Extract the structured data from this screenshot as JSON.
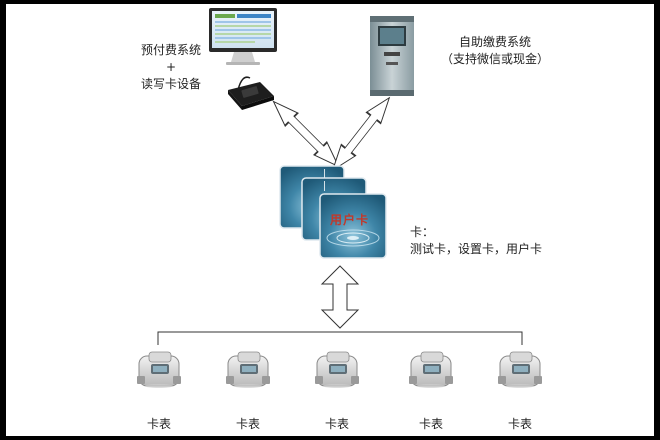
{
  "prepaid": {
    "line1": "预付费系统",
    "plus": "+",
    "line2": "读写卡设备",
    "icon": "computer-with-card-reader-icon"
  },
  "selfservice": {
    "line1": "自助缴费系统",
    "line2": "（支持微信或现金）",
    "icon": "payment-kiosk-icon"
  },
  "cards": {
    "face_label": "用户卡",
    "title": "卡：",
    "list": "测试卡，设置卡，用户卡",
    "icon": "water-card-icon"
  },
  "meters": {
    "labels": [
      "卡表",
      "卡表",
      "卡表",
      "卡表",
      "卡表"
    ],
    "icon": "card-water-meter-icon"
  },
  "colors": {
    "arrow_fill": "#ffffff",
    "arrow_stroke": "#333333",
    "card_blue": "#4a8fb0",
    "card_label": "#c0392b"
  }
}
